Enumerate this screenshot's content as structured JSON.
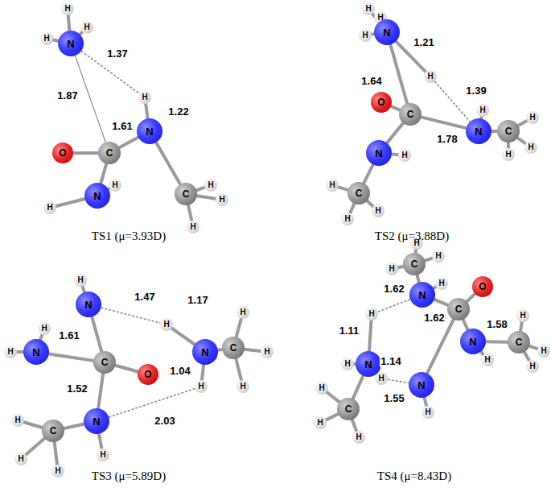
{
  "diagram": {
    "nodes": [
      {
        "text": [
          "H"
        ]
      },
      {
        "text": [
          "H"
        ]
      },
      {
        "text": [
          "H"
        ]
      },
      {
        "text": [
          "N"
        ]
      },
      {
        "text": [
          "H"
        ]
      },
      {
        "text": [
          "N"
        ]
      },
      {
        "text": [
          "C"
        ]
      },
      {
        "text": [
          "O"
        ]
      },
      {
        "text": [
          "N"
        ]
      },
      {
        "text": [
          "H"
        ]
      },
      {
        "text": [
          "H"
        ]
      },
      {
        "text": [
          "C"
        ]
      },
      {
        "text": [
          "H"
        ]
      },
      {
        "text": [
          "H"
        ]
      },
      {
        "text": [
          "H"
        ]
      },
      {
        "text": [
          "H"
        ]
      },
      {
        "text": [
          "H"
        ]
      },
      {
        "text": [
          "H"
        ]
      },
      {
        "text": [
          "N"
        ]
      },
      {
        "text": [
          "H"
        ]
      },
      {
        "text": [
          "C"
        ]
      },
      {
        "text": [
          "O"
        ]
      },
      {
        "text": [
          "N"
        ]
      },
      {
        "text": [
          "C"
        ]
      },
      {
        "text": [
          "H"
        ]
      },
      {
        "text": [
          "H"
        ]
      },
      {
        "text": [
          "H"
        ]
      },
      {
        "text": [
          "H"
        ]
      },
      {
        "text": [
          "N"
        ]
      },
      {
        "text": [
          "H"
        ]
      },
      {
        "text": [
          "C"
        ]
      },
      {
        "text": [
          "H"
        ]
      },
      {
        "text": [
          "H"
        ]
      },
      {
        "text": [
          "H"
        ]
      },
      {
        "text": [
          "H"
        ]
      },
      {
        "text": [
          "N"
        ]
      },
      {
        "text": [
          "H"
        ]
      },
      {
        "text": [
          "N"
        ]
      },
      {
        "text": [
          "C"
        ]
      },
      {
        "text": [
          "H"
        ]
      },
      {
        "text": [
          "H"
        ]
      },
      {
        "text": [
          "H"
        ]
      },
      {
        "text": [
          "H"
        ]
      },
      {
        "text": [
          "C"
        ]
      },
      {
        "text": [
          "O"
        ]
      },
      {
        "text": [
          "N"
        ]
      },
      {
        "text": [
          "H"
        ]
      },
      {
        "text": [
          "H"
        ]
      },
      {
        "text": [
          "N"
        ]
      },
      {
        "text": [
          "H"
        ]
      },
      {
        "text": [
          "C"
        ]
      },
      {
        "text": [
          "H"
        ]
      },
      {
        "text": [
          "H"
        ]
      },
      {
        "text": [
          "H"
        ]
      },
      {
        "text": [
          "C"
        ]
      },
      {
        "text": [
          "H"
        ]
      },
      {
        "text": [
          "H"
        ]
      },
      {
        "text": [
          "H"
        ]
      },
      {
        "text": [
          "N"
        ]
      },
      {
        "text": [
          "H"
        ]
      },
      {
        "text": [
          "C"
        ]
      },
      {
        "text": [
          "O"
        ]
      },
      {
        "text": [
          "N"
        ]
      },
      {
        "text": [
          "H"
        ]
      },
      {
        "text": [
          "C"
        ]
      },
      {
        "text": [
          "H"
        ]
      },
      {
        "text": [
          "H"
        ]
      },
      {
        "text": [
          "H"
        ]
      },
      {
        "text": [
          "H"
        ]
      },
      {
        "text": [
          "N"
        ]
      },
      {
        "text": [
          "H"
        ]
      },
      {
        "text": [
          "H"
        ]
      },
      {
        "text": [
          "N"
        ]
      },
      {
        "text": [
          "H"
        ]
      },
      {
        "text": [
          "C"
        ]
      },
      {
        "text": [
          "H"
        ]
      },
      {
        "text": [
          "H"
        ]
      },
      {
        "text": [
          "H"
        ]
      }
    ],
    "edges": [
      {
        "from": 3,
        "to": 0,
        "arrow": "none"
      },
      {
        "from": 3,
        "to": 1,
        "arrow": "none"
      },
      {
        "from": 3,
        "to": 2,
        "arrow": "none"
      },
      {
        "from": 3,
        "to": 4,
        "label": "1.37",
        "arrow": "none"
      },
      {
        "from": 4,
        "to": 5,
        "label": "1.22",
        "arrow": "none"
      },
      {
        "from": 3,
        "to": 6,
        "label": "1.87",
        "arrow": "none"
      },
      {
        "from": 6,
        "to": 5,
        "label": "1.61",
        "arrow": "none"
      },
      {
        "from": 6,
        "to": 7,
        "arrow": "none"
      },
      {
        "from": 6,
        "to": 8,
        "arrow": "none"
      },
      {
        "from": 8,
        "to": 9,
        "arrow": "none"
      },
      {
        "from": 8,
        "to": 10,
        "arrow": "none"
      },
      {
        "from": 5,
        "to": 11,
        "arrow": "none"
      },
      {
        "from": 11,
        "to": 12,
        "arrow": "none"
      },
      {
        "from": 11,
        "to": 13,
        "arrow": "none"
      },
      {
        "from": 11,
        "to": 14,
        "arrow": "none"
      },
      {
        "from": 18,
        "to": 15,
        "arrow": "none"
      },
      {
        "from": 18,
        "to": 16,
        "arrow": "none"
      },
      {
        "from": 18,
        "to": 17,
        "arrow": "none"
      },
      {
        "from": 18,
        "to": 19,
        "label": "1.21",
        "arrow": "none"
      },
      {
        "from": 19,
        "to": 22,
        "label": "1.39",
        "arrow": "none"
      },
      {
        "from": 18,
        "to": 20,
        "label": "1.64",
        "arrow": "none"
      },
      {
        "from": 20,
        "to": 21,
        "arrow": "none"
      },
      {
        "from": 20,
        "to": 22,
        "label": "1.78",
        "arrow": "none"
      },
      {
        "from": 22,
        "to": 24,
        "arrow": "none"
      },
      {
        "from": 22,
        "to": 23,
        "arrow": "none"
      },
      {
        "from": 23,
        "to": 25,
        "arrow": "none"
      },
      {
        "from": 23,
        "to": 26,
        "arrow": "none"
      },
      {
        "from": 23,
        "to": 27,
        "arrow": "none"
      },
      {
        "from": 20,
        "to": 28,
        "arrow": "none"
      },
      {
        "from": 28,
        "to": 29,
        "arrow": "none"
      },
      {
        "from": 28,
        "to": 30,
        "arrow": "none"
      },
      {
        "from": 30,
        "to": 31,
        "arrow": "none"
      },
      {
        "from": 30,
        "to": 32,
        "arrow": "none"
      },
      {
        "from": 30,
        "to": 33,
        "arrow": "none"
      },
      {
        "from": 35,
        "to": 34,
        "arrow": "none"
      },
      {
        "from": 35,
        "to": 36,
        "label": "1.47",
        "arrow": "none"
      },
      {
        "from": 36,
        "to": 37,
        "label": "1.17",
        "arrow": "none"
      },
      {
        "from": 37,
        "to": 38,
        "arrow": "none"
      },
      {
        "from": 38,
        "to": 39,
        "arrow": "none"
      },
      {
        "from": 38,
        "to": 40,
        "arrow": "none"
      },
      {
        "from": 38,
        "to": 41,
        "arrow": "none"
      },
      {
        "from": 37,
        "to": 42,
        "label": "1.04",
        "arrow": "none"
      },
      {
        "from": 42,
        "to": 48,
        "label": "2.03",
        "arrow": "none"
      },
      {
        "from": 35,
        "to": 43,
        "label": "1.61",
        "arrow": "none"
      },
      {
        "from": 43,
        "to": 44,
        "arrow": "none"
      },
      {
        "from": 43,
        "to": 45,
        "arrow": "none"
      },
      {
        "from": 45,
        "to": 46,
        "arrow": "none"
      },
      {
        "from": 45,
        "to": 47,
        "arrow": "none"
      },
      {
        "from": 43,
        "to": 48,
        "label": "1.52",
        "arrow": "none"
      },
      {
        "from": 48,
        "to": 49,
        "arrow": "none"
      },
      {
        "from": 48,
        "to": 50,
        "arrow": "none"
      },
      {
        "from": 50,
        "to": 51,
        "arrow": "none"
      },
      {
        "from": 50,
        "to": 52,
        "arrow": "none"
      },
      {
        "from": 50,
        "to": 53,
        "arrow": "none"
      },
      {
        "from": 54,
        "to": 55,
        "arrow": "none"
      },
      {
        "from": 54,
        "to": 56,
        "arrow": "none"
      },
      {
        "from": 54,
        "to": 57,
        "arrow": "none"
      },
      {
        "from": 54,
        "to": 58,
        "arrow": "none"
      },
      {
        "from": 58,
        "to": 59,
        "arrow": "none"
      },
      {
        "from": 58,
        "to": 68,
        "label": "1.62",
        "arrow": "none"
      },
      {
        "from": 58,
        "to": 60,
        "label": "1.62",
        "arrow": "none"
      },
      {
        "from": 60,
        "to": 61,
        "arrow": "none"
      },
      {
        "from": 60,
        "to": 62,
        "label": "1.58",
        "arrow": "none"
      },
      {
        "from": 62,
        "to": 63,
        "arrow": "none"
      },
      {
        "from": 62,
        "to": 64,
        "arrow": "none"
      },
      {
        "from": 64,
        "to": 65,
        "arrow": "none"
      },
      {
        "from": 64,
        "to": 66,
        "arrow": "none"
      },
      {
        "from": 64,
        "to": 67,
        "arrow": "none"
      },
      {
        "from": 60,
        "to": 72,
        "arrow": "none"
      },
      {
        "from": 68,
        "to": 69,
        "label": "1.11",
        "arrow": "none"
      },
      {
        "from": 69,
        "to": 70,
        "arrow": "none"
      },
      {
        "from": 69,
        "to": 71,
        "label": "1.14",
        "arrow": "none"
      },
      {
        "from": 71,
        "to": 72,
        "label": "1.55",
        "arrow": "none"
      },
      {
        "from": 72,
        "to": 73,
        "arrow": "none"
      },
      {
        "from": 69,
        "to": 74,
        "arrow": "none"
      },
      {
        "from": 74,
        "to": 75,
        "arrow": "none"
      },
      {
        "from": 74,
        "to": 76,
        "arrow": "none"
      },
      {
        "from": 74,
        "to": 77,
        "arrow": "none"
      }
    ],
    "labels": [
      "TS1 (μ=3.93D)",
      "TS2 (μ=3.88D)",
      "TS3 (μ=5.89D)",
      "TS4 (μ=8.43D)"
    ]
  }
}
